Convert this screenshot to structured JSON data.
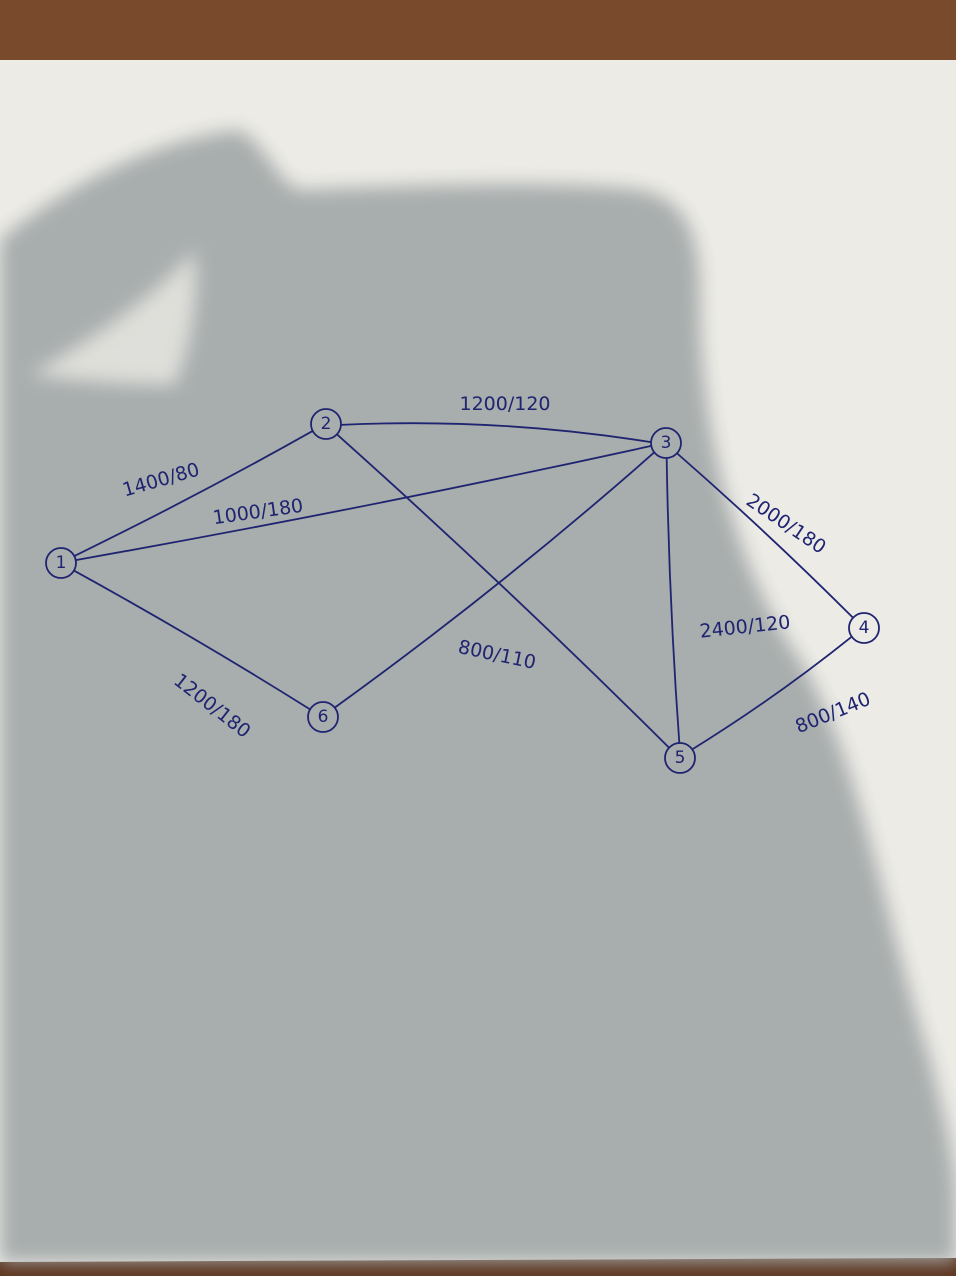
{
  "colors": {
    "table": "#6b3f26",
    "paper": "#ecebe6",
    "shadow": "#a5aaaa",
    "ink": "#1f2470"
  },
  "nodes": [
    {
      "id": "1",
      "label": "1"
    },
    {
      "id": "2",
      "label": "2"
    },
    {
      "id": "3",
      "label": "3"
    },
    {
      "id": "4",
      "label": "4"
    },
    {
      "id": "5",
      "label": "5"
    },
    {
      "id": "6",
      "label": "6"
    }
  ],
  "edges": [
    {
      "from": "1",
      "to": "2",
      "label": "1400/80"
    },
    {
      "from": "1",
      "to": "3",
      "label": "1000/180"
    },
    {
      "from": "1",
      "to": "6",
      "label": "1200/180"
    },
    {
      "from": "2",
      "to": "3",
      "label": "1200/120"
    },
    {
      "from": "2",
      "to": "5",
      "label": ""
    },
    {
      "from": "6",
      "to": "3",
      "label": "800/110"
    },
    {
      "from": "3",
      "to": "4",
      "label": "2000/180"
    },
    {
      "from": "3",
      "to": "5",
      "label": "2400/120"
    },
    {
      "from": "5",
      "to": "4",
      "label": "800/140"
    }
  ]
}
